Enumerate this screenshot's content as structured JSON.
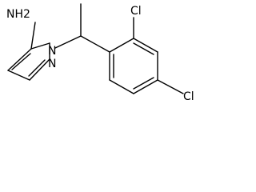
{
  "molecule": {
    "atoms": {
      "amine": "NH2",
      "n1": "N",
      "n2": "N",
      "cl1": "Cl",
      "cl2": "Cl"
    }
  }
}
